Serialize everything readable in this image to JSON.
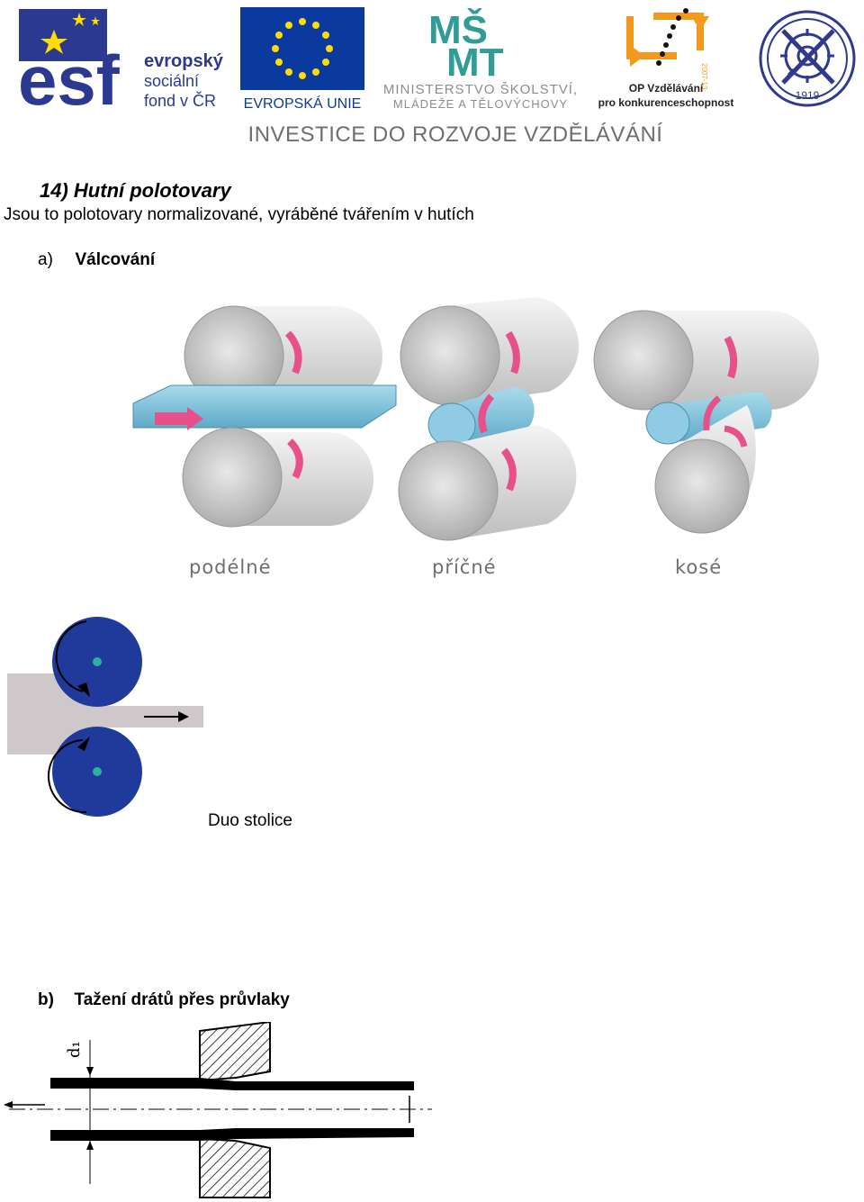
{
  "header": {
    "esf": {
      "mark": "esf",
      "line1": "evropský",
      "line2": "sociální",
      "line3": "fond v ČR"
    },
    "eu": {
      "label": "EVROPSKÁ UNIE"
    },
    "msmt": {
      "mark_top": "MŠ",
      "mark_bottom": "MT",
      "line1": "MINISTERSTVO ŠKOLSTVÍ,",
      "line2": "MLÁDEŽE A TĚLOVÝCHOVY"
    },
    "op": {
      "years": "2007-13",
      "line1": "OP Vzdělávání",
      "line2": "pro konkurenceschopnost"
    },
    "seal": {
      "year": "1919"
    },
    "banner": "INVESTICE DO ROZVOJE VZDĚLÁVÁNÍ"
  },
  "heading": {
    "number": "14)",
    "title": "Hutní polotovary"
  },
  "intro": "Jsou to polotovary normalizované, vyráběné tvářením v hutích",
  "section_a": {
    "label": "a)",
    "title": "Válcování"
  },
  "rolling_figure": {
    "labels": [
      "podélné",
      "příčné",
      "kosé"
    ]
  },
  "duo": {
    "caption": "Duo stolice"
  },
  "section_b": {
    "label": "b)",
    "title": "Tažení drátů přes průvlaky"
  },
  "drawing": {
    "dim_label": "d₁"
  },
  "colors": {
    "esf_blue": "#2b3990",
    "eu_blue": "#0a3a9e",
    "eu_star": "#ffdd00",
    "msmt_teal": "#2f9c95",
    "op_orange": "#f39a1e",
    "roll_dark_blue": "#1f3a9a",
    "metal_blue": "#7fc3dc",
    "arrow_pink": "#e8508a"
  }
}
